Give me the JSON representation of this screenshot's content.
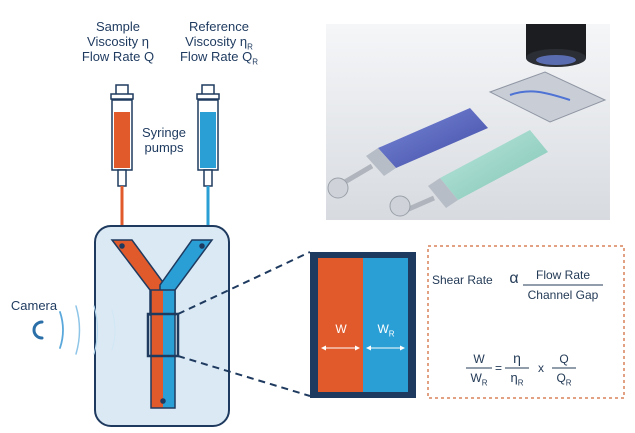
{
  "sample": {
    "line1": "Sample",
    "line2": "Viscosity η",
    "line3": "Flow Rate Q"
  },
  "reference": {
    "line1": "Reference",
    "line2_main": "Viscosity η",
    "line2_sub": "R",
    "line3_main": "Flow Rate Q",
    "line3_sub": "R"
  },
  "syringe_label": {
    "line1": "Syringe",
    "line2": "pumps"
  },
  "camera_label": "Camera",
  "channel": {
    "w_label": "W",
    "wr_main": "W",
    "wr_sub": "R"
  },
  "shear": {
    "prefix": "Shear Rate",
    "symbol": "α",
    "numerator": "Flow Rate",
    "denominator": "Channel Gap"
  },
  "ratio": {
    "w": "W",
    "wr_main": "W",
    "wr_sub": "R",
    "eq": "=",
    "eta": "η",
    "etar_main": "η",
    "etar_sub": "R",
    "times": "x",
    "q": "Q",
    "qr_main": "Q",
    "qr_sub": "R"
  },
  "colors": {
    "sample": "#e05a2b",
    "reference": "#2a9fd6",
    "navy": "#1f3a5f",
    "dashed_box": "#d9825a",
    "chip_bg": "#dbe9f4"
  }
}
